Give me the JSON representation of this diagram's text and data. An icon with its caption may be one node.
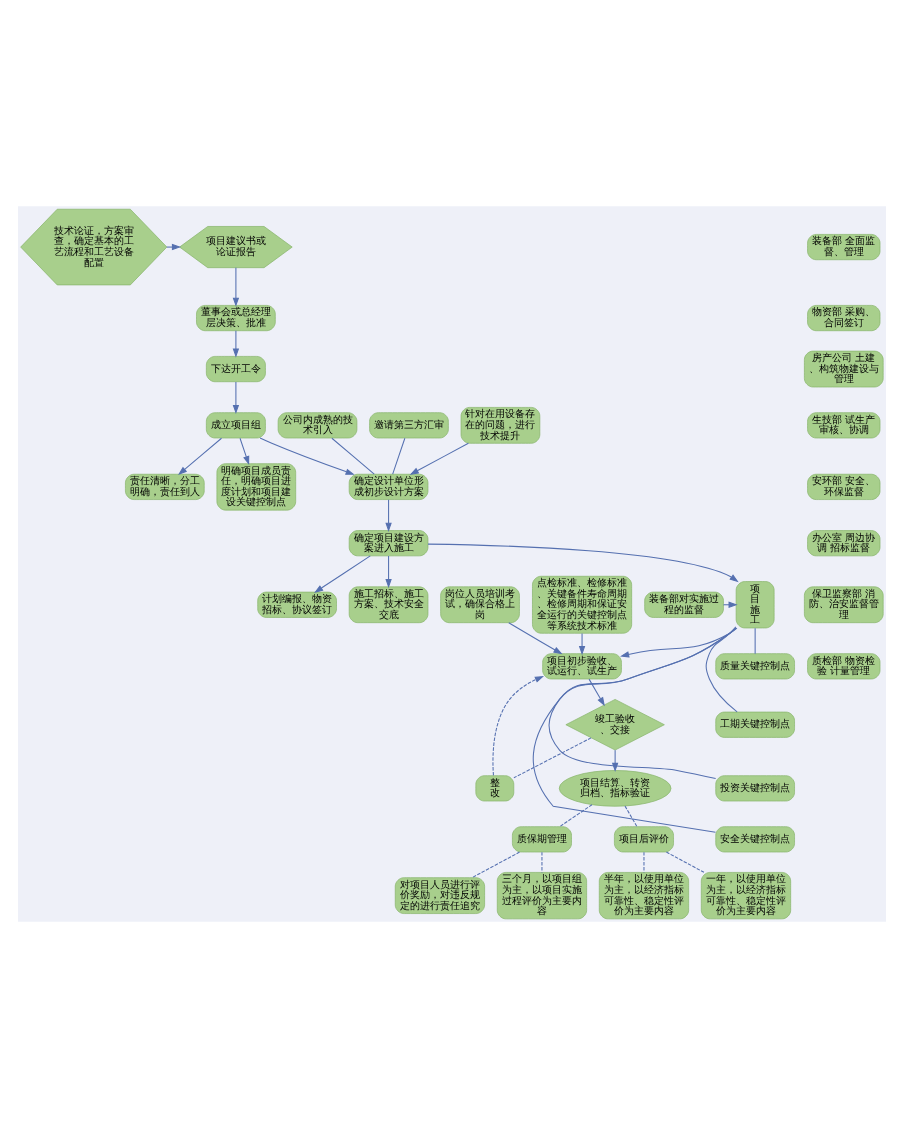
{
  "diagram": {
    "nodes": [
      {
        "text": [
          "技术论证，方案审查，确定基本的工艺流程和工艺设备配置"
        ]
      },
      {
        "text": [
          "项目建议书或论证报告"
        ]
      },
      {
        "text": [
          "董事会或总经理层决策、批准"
        ]
      },
      {
        "text": [
          "下达开工令"
        ]
      },
      {
        "text": [
          "成立项目组"
        ]
      },
      {
        "text": [
          "明确项目成员责任，明确项目进度计划和项目建设关键控制点"
        ]
      },
      {
        "text": [
          "责任清晰，分工明确，责任到人"
        ]
      },
      {
        "text": [
          "公司内成熟的技术引入"
        ]
      },
      {
        "text": [
          "邀请第三方汇审"
        ]
      },
      {
        "text": [
          "确定设计单位形成初步设计方案"
        ]
      },
      {
        "text": [
          "针对在用设备存在的问题，进行技术提升"
        ]
      },
      {
        "text": [
          "确定项目建设方案进入施工"
        ]
      },
      {
        "text": [
          "计划编报、物资招标、协议签订"
        ]
      },
      {
        "text": [
          "施工招标、施工方案、技术安全交底"
        ]
      },
      {
        "text": [
          "项目施工"
        ]
      },
      {
        "text": [
          "装备部对实施过程的监督"
        ]
      },
      {
        "text": [
          "质量关键控制点"
        ]
      },
      {
        "text": [
          "工期关键控制点"
        ]
      },
      {
        "text": [
          "投资关键控制点"
        ]
      },
      {
        "text": [
          "安全关键控制点"
        ]
      },
      {
        "text": [
          "项目初步验收、试运行、试生产"
        ]
      },
      {
        "text": [
          "岗位人员培训考试，确保合格上岗"
        ]
      },
      {
        "text": [
          "点检标准、检修标准、关键备件寿命周期、检修周期和保证安全运行的关键控制点等系统技术标准"
        ]
      },
      {
        "text": [
          "整改"
        ]
      },
      {
        "text": [
          "竣工验收、交接"
        ]
      },
      {
        "text": [
          "项目结算、转资归档、指标验证"
        ]
      },
      {
        "text": [
          "质保期管理"
        ]
      },
      {
        "text": [
          "项目后评价"
        ]
      },
      {
        "text": [
          "对项目人员进行评价奖励，对违反规定的进行责任追究"
        ]
      },
      {
        "text": [
          "三个月，以项目组为主，以项目实施过程评价为主要内容"
        ]
      },
      {
        "text": [
          "半年，以使用单位为主，以经济指标可靠性、稳定性评价为主要内容"
        ]
      },
      {
        "text": [
          "一年，以使用单位为主，以经济指标可靠性、稳定性评价为主要内容"
        ]
      },
      {
        "text": [
          "装备部 全面监督、管理"
        ]
      },
      {
        "text": [
          "物资部 采购、合同签订"
        ]
      },
      {
        "text": [
          "房产公司 土建、构筑物建设与管理"
        ]
      },
      {
        "text": [
          "生技部 试生产审核、协调"
        ]
      },
      {
        "text": [
          "安环部 安全、环保监督"
        ]
      },
      {
        "text": [
          "办公室 周边协调 招标监督"
        ]
      },
      {
        "text": [
          "保卫监察部 消防、治安监督管理"
        ]
      },
      {
        "text": [
          "质检部 物资检验 计量管理"
        ]
      }
    ],
    "edges": [
      {
        "from": 0,
        "to": 1,
        "arrow": "to"
      },
      {
        "from": 1,
        "to": 2,
        "arrow": "to"
      },
      {
        "from": 2,
        "to": 3,
        "arrow": "to"
      },
      {
        "from": 3,
        "to": 4,
        "arrow": "to"
      },
      {
        "from": 4,
        "to": 5,
        "arrow": "to"
      },
      {
        "from": 4,
        "to": 6,
        "arrow": "to"
      },
      {
        "from": 4,
        "to": 9,
        "arrow": "to"
      },
      {
        "from": 7,
        "to": 9,
        "arrow": "none"
      },
      {
        "from": 8,
        "to": 9,
        "arrow": "none"
      },
      {
        "from": 10,
        "to": 9,
        "arrow": "to"
      },
      {
        "from": 9,
        "to": 11,
        "arrow": "to"
      },
      {
        "from": 11,
        "to": 12,
        "arrow": "to"
      },
      {
        "from": 11,
        "to": 13,
        "arrow": "to"
      },
      {
        "from": 11,
        "to": 14,
        "arrow": "to"
      },
      {
        "from": 15,
        "to": 14,
        "arrow": "to"
      },
      {
        "from": 14,
        "to": 16,
        "arrow": "none"
      },
      {
        "from": 14,
        "to": 17,
        "arrow": "none"
      },
      {
        "from": 14,
        "to": 18,
        "arrow": "none"
      },
      {
        "from": 14,
        "to": 19,
        "arrow": "none"
      },
      {
        "from": 14,
        "to": 20,
        "arrow": "to"
      },
      {
        "from": 21,
        "to": 20,
        "arrow": "to"
      },
      {
        "from": 22,
        "to": 20,
        "arrow": "to"
      },
      {
        "from": 20,
        "to": 24,
        "arrow": "to"
      },
      {
        "from": 24,
        "to": 23,
        "arrow": "none",
        "style": "dashed"
      },
      {
        "from": 23,
        "to": 20,
        "arrow": "to",
        "style": "dashed"
      },
      {
        "from": 24,
        "to": 25,
        "arrow": "to"
      },
      {
        "from": 25,
        "to": 26,
        "arrow": "none",
        "style": "dashed"
      },
      {
        "from": 25,
        "to": 27,
        "arrow": "none",
        "style": "dashed"
      },
      {
        "from": 26,
        "to": 28,
        "arrow": "none",
        "style": "dashed"
      },
      {
        "from": 26,
        "to": 29,
        "arrow": "none",
        "style": "dashed"
      },
      {
        "from": 27,
        "to": 30,
        "arrow": "none",
        "style": "dashed"
      },
      {
        "from": 27,
        "to": 31,
        "arrow": "none",
        "style": "dashed"
      }
    ]
  }
}
